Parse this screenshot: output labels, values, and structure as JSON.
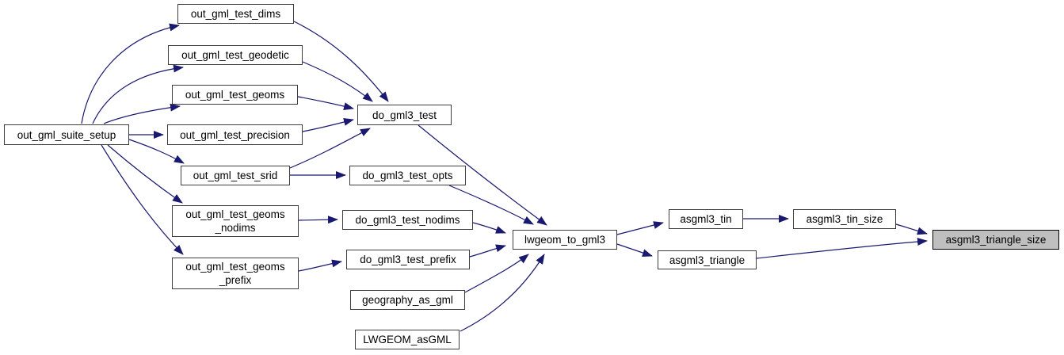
{
  "diagram": {
    "type": "doxygen-call-graph",
    "colors": {
      "edge": "#191970",
      "node_fill": "#ffffff",
      "node_border": "#3d3d3d",
      "highlight_fill": "#bfbfbf",
      "text": "#000000"
    },
    "nodes": [
      {
        "id": "out_gml_suite_setup",
        "label": "out_gml_suite_setup",
        "highlighted": false
      },
      {
        "id": "out_gml_test_dims",
        "label": "out_gml_test_dims",
        "highlighted": false
      },
      {
        "id": "out_gml_test_geodetic",
        "label": "out_gml_test_geodetic",
        "highlighted": false
      },
      {
        "id": "out_gml_test_geoms",
        "label": "out_gml_test_geoms",
        "highlighted": false
      },
      {
        "id": "out_gml_test_precision",
        "label": "out_gml_test_precision",
        "highlighted": false
      },
      {
        "id": "out_gml_test_srid",
        "label": "out_gml_test_srid",
        "highlighted": false
      },
      {
        "id": "out_gml_test_geoms_nodims",
        "label": "out_gml_test_geoms\n_nodims",
        "highlighted": false
      },
      {
        "id": "out_gml_test_geoms_prefix",
        "label": "out_gml_test_geoms\n_prefix",
        "highlighted": false
      },
      {
        "id": "do_gml3_test",
        "label": "do_gml3_test",
        "highlighted": false
      },
      {
        "id": "do_gml3_test_opts",
        "label": "do_gml3_test_opts",
        "highlighted": false
      },
      {
        "id": "do_gml3_test_nodims",
        "label": "do_gml3_test_nodims",
        "highlighted": false
      },
      {
        "id": "do_gml3_test_prefix",
        "label": "do_gml3_test_prefix",
        "highlighted": false
      },
      {
        "id": "geography_as_gml",
        "label": "geography_as_gml",
        "highlighted": false
      },
      {
        "id": "LWGEOM_asGML",
        "label": "LWGEOM_asGML",
        "highlighted": false
      },
      {
        "id": "lwgeom_to_gml3",
        "label": "lwgeom_to_gml3",
        "highlighted": false
      },
      {
        "id": "asgml3_tin",
        "label": "asgml3_tin",
        "highlighted": false
      },
      {
        "id": "asgml3_tin_size",
        "label": "asgml3_tin_size",
        "highlighted": false
      },
      {
        "id": "asgml3_triangle",
        "label": "asgml3_triangle",
        "highlighted": false
      },
      {
        "id": "asgml3_triangle_size",
        "label": "asgml3_triangle_size",
        "highlighted": true
      }
    ],
    "edges": [
      {
        "from": "out_gml_suite_setup",
        "to": "out_gml_test_dims"
      },
      {
        "from": "out_gml_suite_setup",
        "to": "out_gml_test_geodetic"
      },
      {
        "from": "out_gml_suite_setup",
        "to": "out_gml_test_geoms"
      },
      {
        "from": "out_gml_suite_setup",
        "to": "out_gml_test_precision"
      },
      {
        "from": "out_gml_suite_setup",
        "to": "out_gml_test_srid"
      },
      {
        "from": "out_gml_suite_setup",
        "to": "out_gml_test_geoms_nodims"
      },
      {
        "from": "out_gml_suite_setup",
        "to": "out_gml_test_geoms_prefix"
      },
      {
        "from": "out_gml_test_dims",
        "to": "do_gml3_test"
      },
      {
        "from": "out_gml_test_geodetic",
        "to": "do_gml3_test"
      },
      {
        "from": "out_gml_test_geoms",
        "to": "do_gml3_test"
      },
      {
        "from": "out_gml_test_precision",
        "to": "do_gml3_test"
      },
      {
        "from": "out_gml_test_srid",
        "to": "do_gml3_test"
      },
      {
        "from": "out_gml_test_srid",
        "to": "do_gml3_test_opts"
      },
      {
        "from": "out_gml_test_geoms_nodims",
        "to": "do_gml3_test_nodims"
      },
      {
        "from": "out_gml_test_geoms_prefix",
        "to": "do_gml3_test_prefix"
      },
      {
        "from": "do_gml3_test",
        "to": "lwgeom_to_gml3"
      },
      {
        "from": "do_gml3_test_opts",
        "to": "lwgeom_to_gml3"
      },
      {
        "from": "do_gml3_test_nodims",
        "to": "lwgeom_to_gml3"
      },
      {
        "from": "do_gml3_test_prefix",
        "to": "lwgeom_to_gml3"
      },
      {
        "from": "geography_as_gml",
        "to": "lwgeom_to_gml3"
      },
      {
        "from": "LWGEOM_asGML",
        "to": "lwgeom_to_gml3"
      },
      {
        "from": "lwgeom_to_gml3",
        "to": "asgml3_tin"
      },
      {
        "from": "lwgeom_to_gml3",
        "to": "asgml3_triangle"
      },
      {
        "from": "asgml3_tin",
        "to": "asgml3_tin_size"
      },
      {
        "from": "asgml3_tin_size",
        "to": "asgml3_triangle_size"
      },
      {
        "from": "asgml3_triangle",
        "to": "asgml3_triangle_size"
      }
    ]
  }
}
